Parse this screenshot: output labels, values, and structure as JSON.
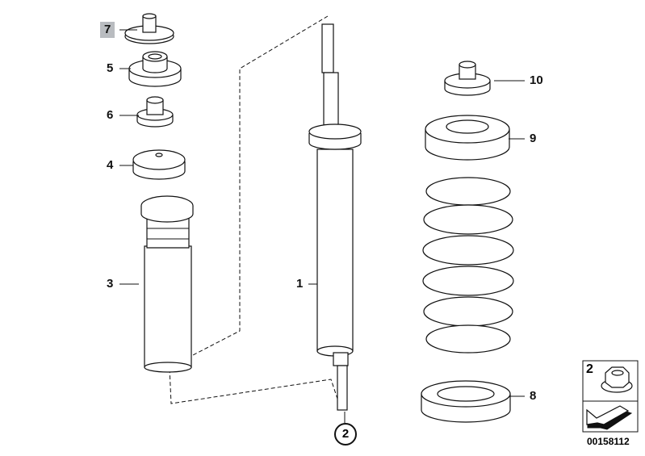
{
  "callouts": {
    "p7": "7",
    "p5": "5",
    "p6": "6",
    "p4": "4",
    "p3": "3",
    "p1": "1",
    "p2": "2",
    "p10": "10",
    "p9": "9",
    "p8": "8"
  },
  "legend": {
    "item_number": "2",
    "item_icon": "flange-nut-icon",
    "nav_icon": "arrow-back-icon"
  },
  "diagram_code": "00158112",
  "colors": {
    "highlight": "#b9bcc0",
    "ink": "#111111"
  }
}
